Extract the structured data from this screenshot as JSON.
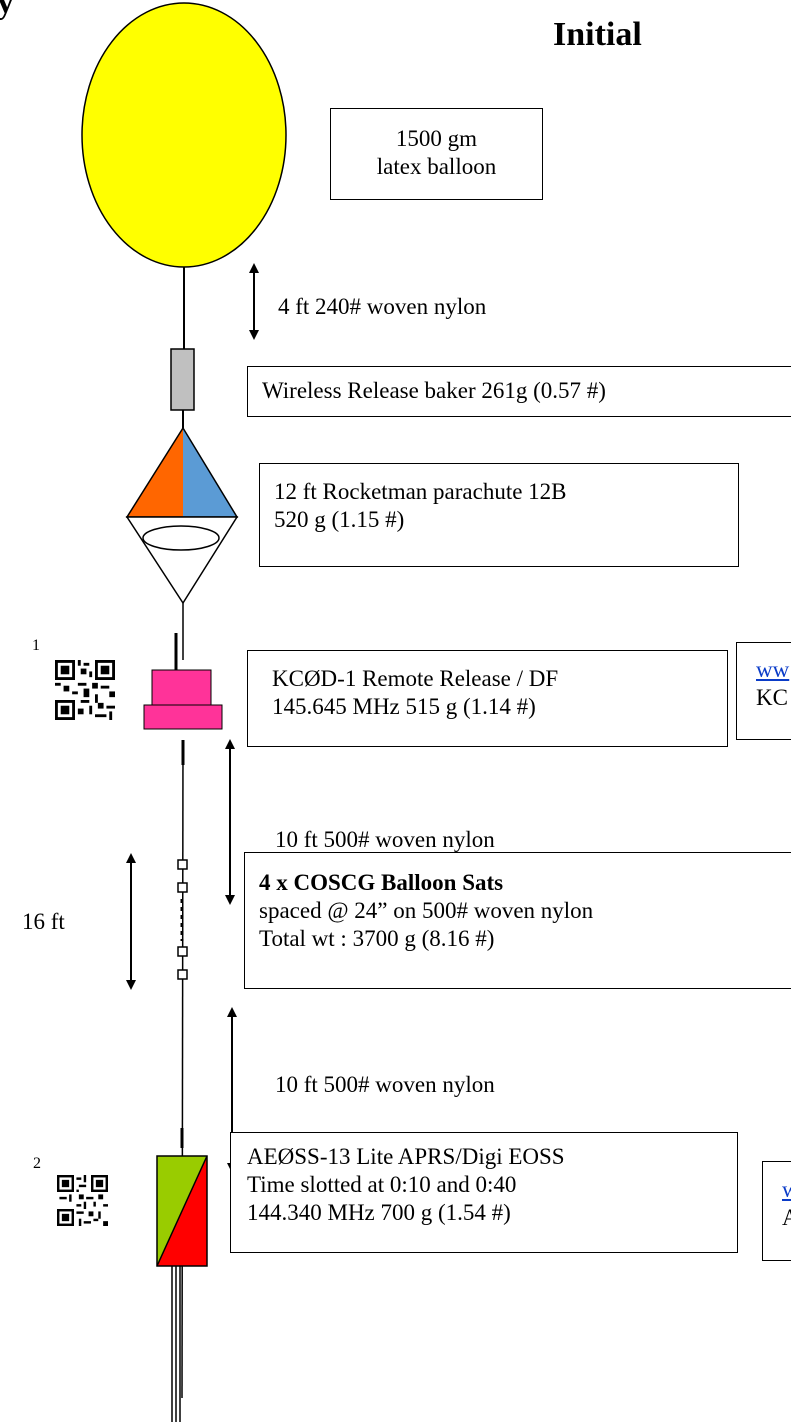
{
  "title_fragment": "y",
  "header": "Initial",
  "balloon_label": [
    "1500 gm",
    "latex balloon"
  ],
  "line_1": "4 ft 240# woven nylon",
  "release_label": "Wireless Release baker 261g (0.57 #)",
  "parachute_label": [
    "12 ft Rocketman parachute  12B",
    "520 g (1.15 #)"
  ],
  "kc0d_label": [
    "KCØD-1 Remote Release  / DF",
    "145.645 MHz 515 g (1.14 #)"
  ],
  "kc0d_side": [
    "ww",
    "KC"
  ],
  "qr_1_number": "1",
  "line_2": "10 ft 500# woven nylon",
  "sats_length": "16 ft",
  "sats_label": {
    "title": "4 x COSCG Balloon Sats",
    "line2": "spaced @ 24” on 500# woven nylon",
    "line3": "Total wt : 3700 g (8.16 #)"
  },
  "line_3": "10 ft 500# woven nylon",
  "qr_2_number": "2",
  "aeoss_label": [
    "AEØSS-13 Lite APRS/Digi  EOSS",
    "Time slotted at 0:10 and 0:40",
    "144.340 MHz   700 g (1.54 #)"
  ],
  "aeoss_side": [
    "w",
    "A"
  ],
  "colors": {
    "balloon": "#ffff00",
    "parachute_left": "#ff6600",
    "parachute_right": "#5b9bd5",
    "remote_release": "#ff3399",
    "aeoss_green": "#99cc00",
    "aeoss_red": "#ff0000",
    "release_gray": "#c0c0c0",
    "link": "#0b3cc8"
  },
  "icons": [
    "qr-code-icon",
    "arrow-icon"
  ]
}
